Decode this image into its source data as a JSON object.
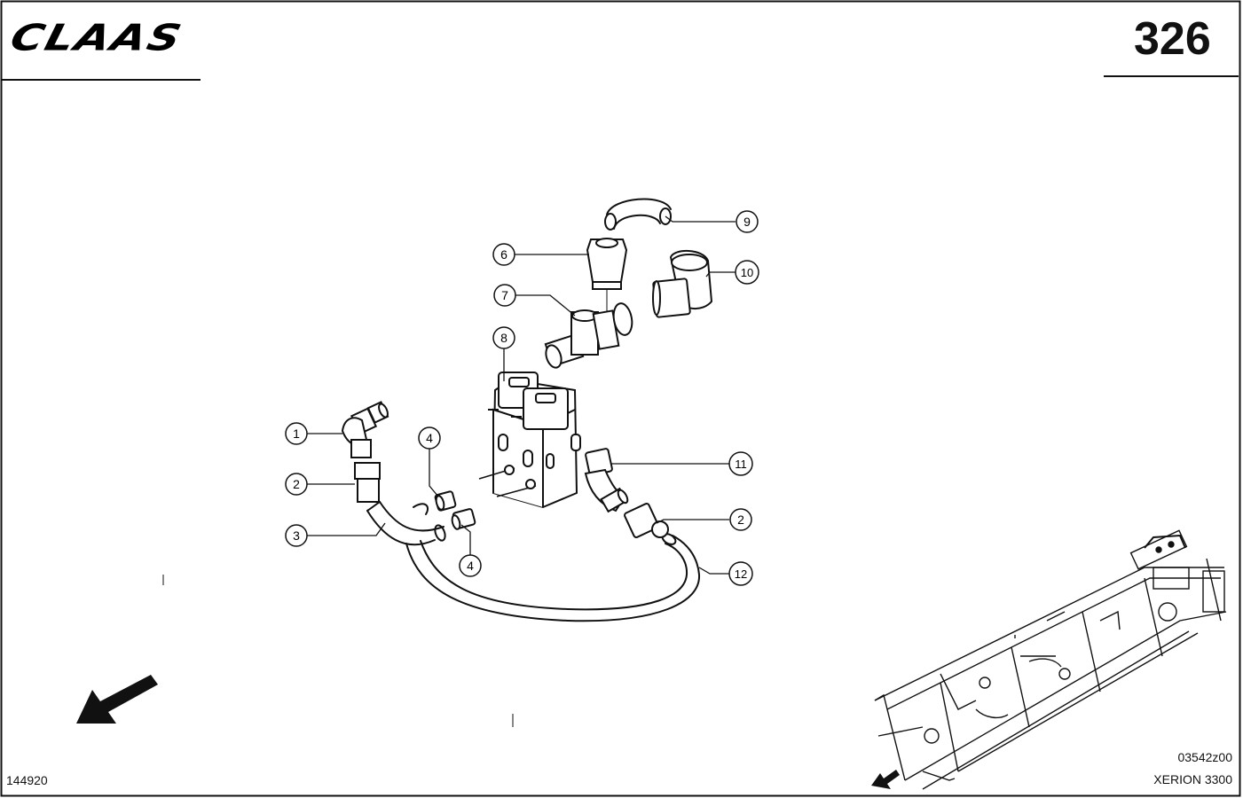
{
  "header": {
    "brand": "CLAAS",
    "page_number": "326"
  },
  "footer": {
    "drawing_id": "144920",
    "reference_code": "03542z00",
    "model": "XERION 3300"
  },
  "callouts": [
    {
      "label": "1"
    },
    {
      "label": "2"
    },
    {
      "label": "3"
    },
    {
      "label": "4"
    },
    {
      "label": "4"
    },
    {
      "label": "6"
    },
    {
      "label": "7"
    },
    {
      "label": "8"
    },
    {
      "label": "9"
    },
    {
      "label": "10"
    },
    {
      "label": "11"
    },
    {
      "label": "2"
    },
    {
      "label": "12"
    }
  ],
  "colors": {
    "line": "#111111",
    "background": "#ffffff"
  }
}
